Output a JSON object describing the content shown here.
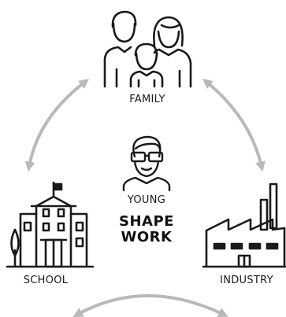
{
  "nodes": {
    "family": {
      "label": "FAMILY",
      "icon": "family-icon"
    },
    "school": {
      "label": "SCHOOL",
      "icon": "school-icon"
    },
    "industry": {
      "label": "INDUSTRY",
      "icon": "factory-icon"
    },
    "young": {
      "label": "YOUNG",
      "icon": "young-person-icon"
    }
  },
  "center": {
    "line1": "SHAPE",
    "line2": "WORK"
  },
  "colors": {
    "arrow": "#b9b9b9",
    "ink": "#1a1a1a"
  }
}
